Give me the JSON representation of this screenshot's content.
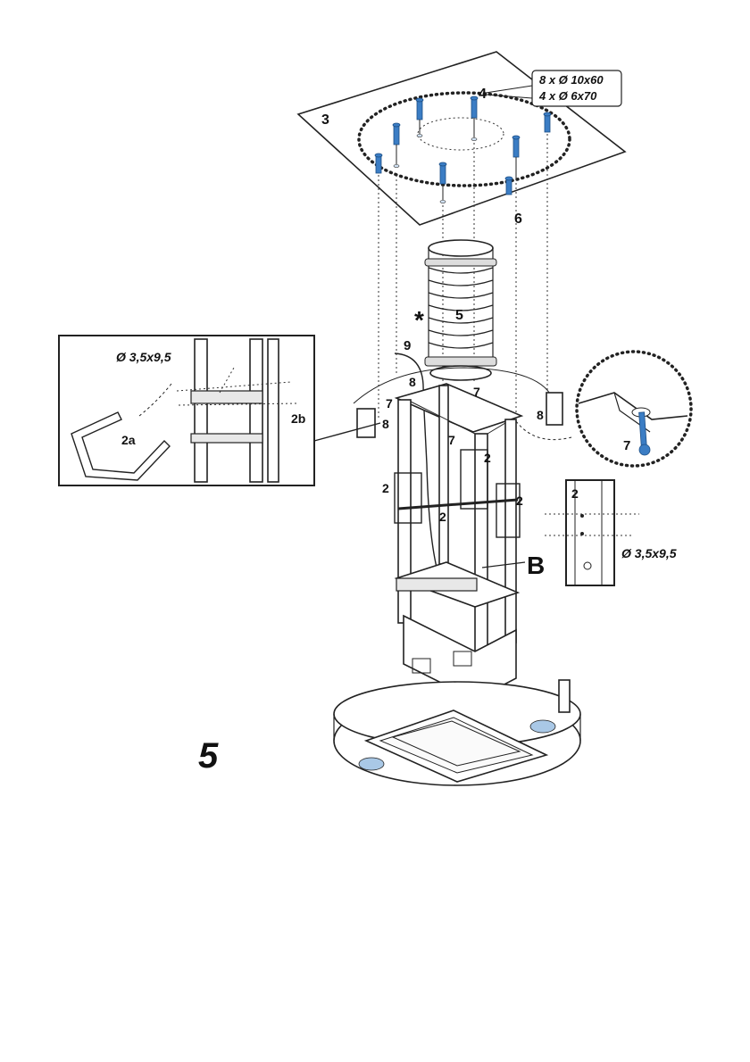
{
  "page": {
    "step_number": "5"
  },
  "labels": {
    "ceiling_ref": "3",
    "fixing_ref": "4",
    "fixing_spec_line1": "8 x Ø 10x60",
    "fixing_spec_line2": "4 x Ø 6x70",
    "duct_ref": "5",
    "star_marker": "*",
    "bracket_ref": "6",
    "screw_ref_7": "7",
    "screw_ref_8": "8",
    "cable_ref": "9",
    "column_ref_2": "2",
    "point_b": "B",
    "inset_left_screw_spec": "Ø 3,5x9,5",
    "inset_left_part_a": "2a",
    "inset_left_part_b": "2b",
    "inset_right_screw_spec": "Ø 3,5x9,5",
    "inset_right_ref": "2",
    "inset_circle_ref": "7"
  },
  "icons": {
    "anchor_bolts": "blue-anchor-bolt-icon",
    "screws": "blue-screw-icon"
  },
  "colors": {
    "screw_blue": "#3b7dc4",
    "line": "#222222",
    "glass_blue": "#a9c8e6"
  }
}
